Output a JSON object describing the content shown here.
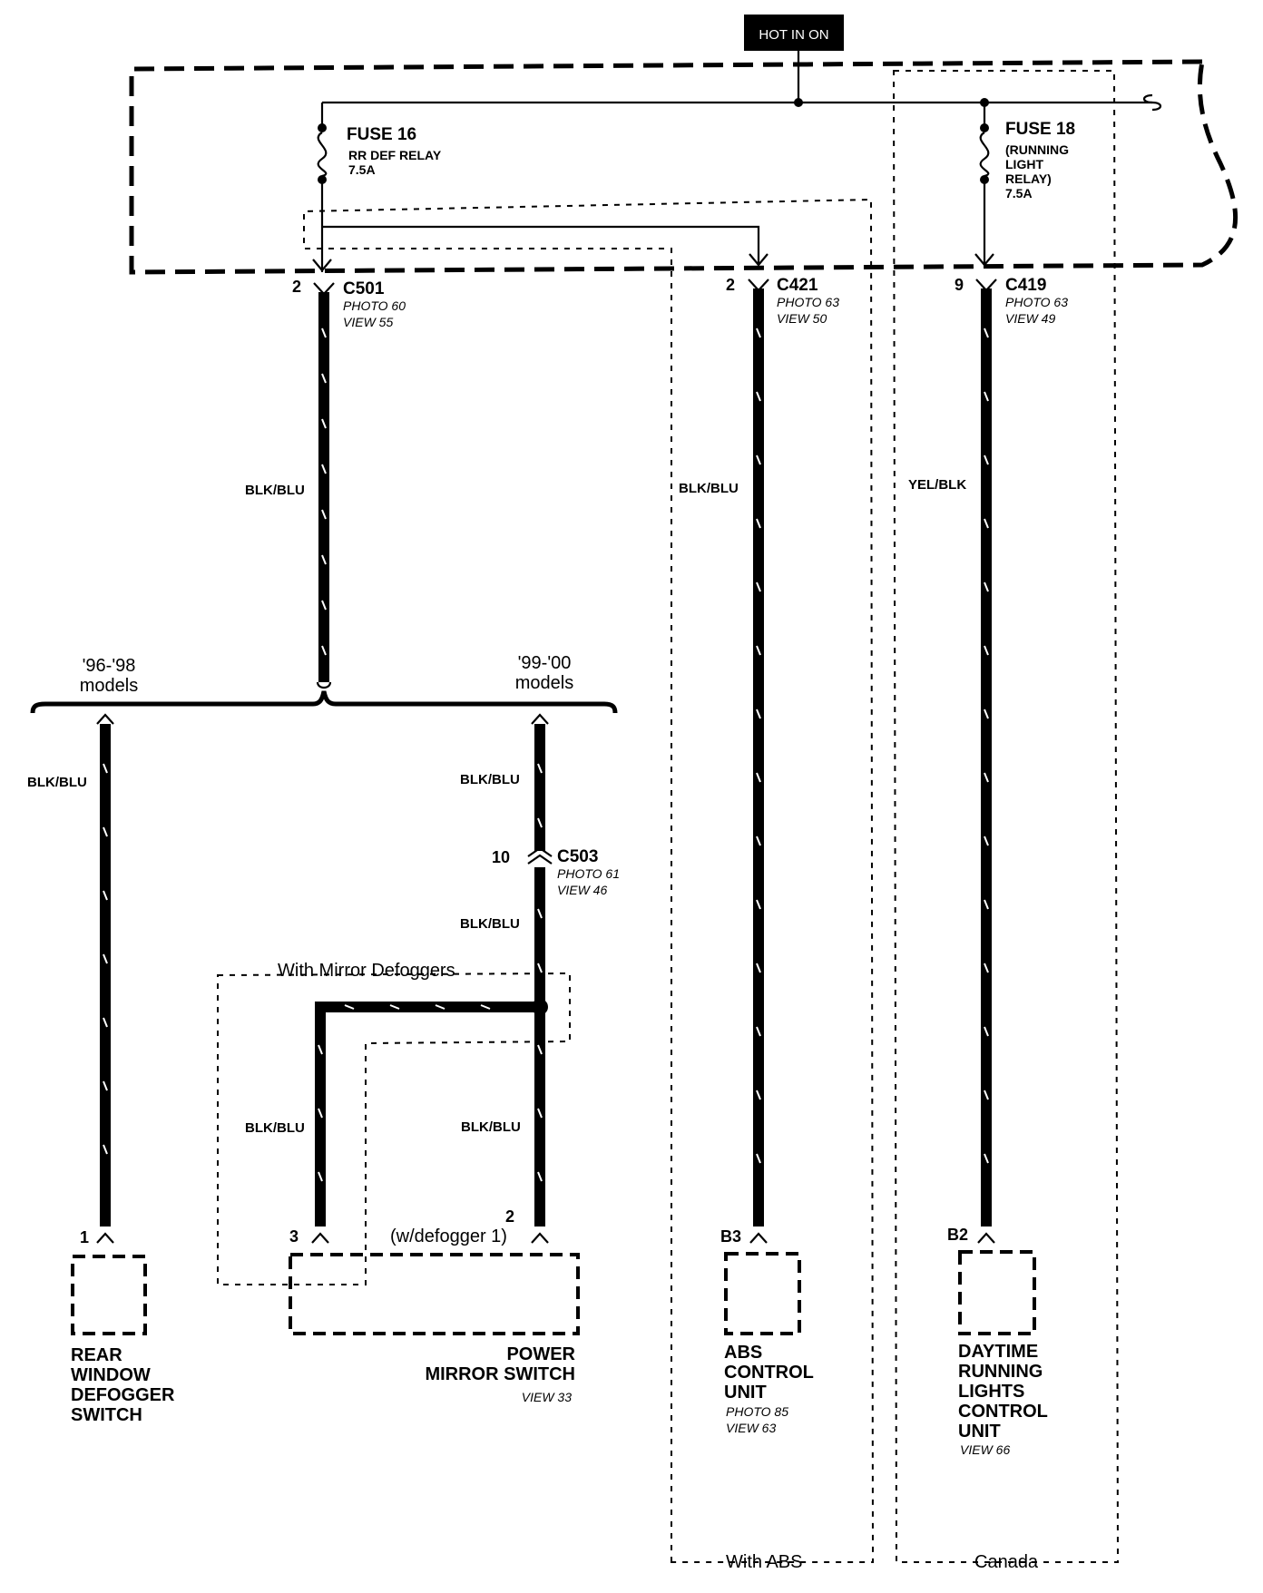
{
  "hot_label": "HOT IN ON",
  "fuse16": {
    "name": "FUSE 16",
    "desc": "RR DEF RELAY",
    "rating": "7.5A"
  },
  "fuse18": {
    "name": "FUSE 18",
    "line1": "(RUNNING",
    "line2": "LIGHT",
    "line3": "RELAY)",
    "rating": "7.5A"
  },
  "connectors": {
    "c501": {
      "pin": "2",
      "name": "C501",
      "photo": "PHOTO 60",
      "view": "VIEW 55"
    },
    "c421": {
      "pin": "2",
      "name": "C421",
      "photo": "PHOTO 63",
      "view": "VIEW 50"
    },
    "c419": {
      "pin": "9",
      "name": "C419",
      "photo": "PHOTO 63",
      "view": "VIEW 49"
    },
    "c503": {
      "pin": "10",
      "name": "C503",
      "photo": "PHOTO 61",
      "view": "VIEW 46"
    }
  },
  "wires": {
    "c501_wire": "BLK/BLU",
    "abs_wire": "BLK/BLU",
    "drl_wire": "YEL/BLK",
    "rear_wire": "BLK/BLU",
    "mirror_upper": "BLK/BLU",
    "mirror_mid": "BLK/BLU",
    "mirror_left": "BLK/BLU",
    "mirror_right": "BLK/BLU"
  },
  "models": {
    "left_line1": "'96-'98",
    "left_line2": "models",
    "right_line1": "'99-'00",
    "right_line2": "models"
  },
  "options": {
    "mirror_defoggers": "With Mirror Defoggers",
    "with_abs": "With ABS",
    "canada": "Canada"
  },
  "components": {
    "rear": {
      "pin": "1",
      "line1": "REAR",
      "line2": "WINDOW",
      "line3": "DEFOGGER",
      "line4": "SWITCH"
    },
    "mirror": {
      "pin_left": "3",
      "pin_right": "2",
      "pin_note": "(w/defogger 1)",
      "line1": "POWER",
      "line2": "MIRROR SWITCH",
      "view": "VIEW 33"
    },
    "abs": {
      "pin": "B3",
      "line1": "ABS",
      "line2": "CONTROL",
      "line3": "UNIT",
      "photo": "PHOTO 85",
      "view": "VIEW 63"
    },
    "drl": {
      "pin": "B2",
      "line1": "DAYTIME",
      "line2": "RUNNING",
      "line3": "LIGHTS",
      "line4": "CONTROL",
      "line5": "UNIT",
      "view": "VIEW 66"
    }
  }
}
